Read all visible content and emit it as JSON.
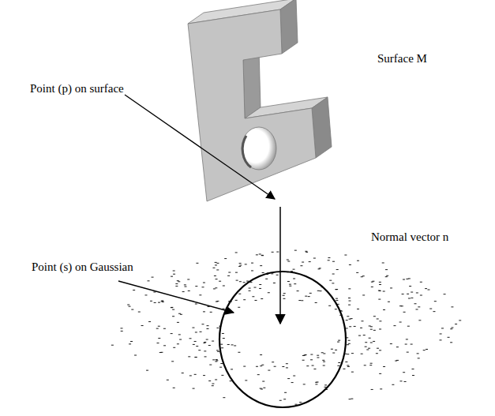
{
  "diagram": {
    "labels": [
      "Surface M",
      "Point (p) on surface",
      "Normal vector n⃗",
      "Point (s) on Gaussian"
    ]
  }
}
